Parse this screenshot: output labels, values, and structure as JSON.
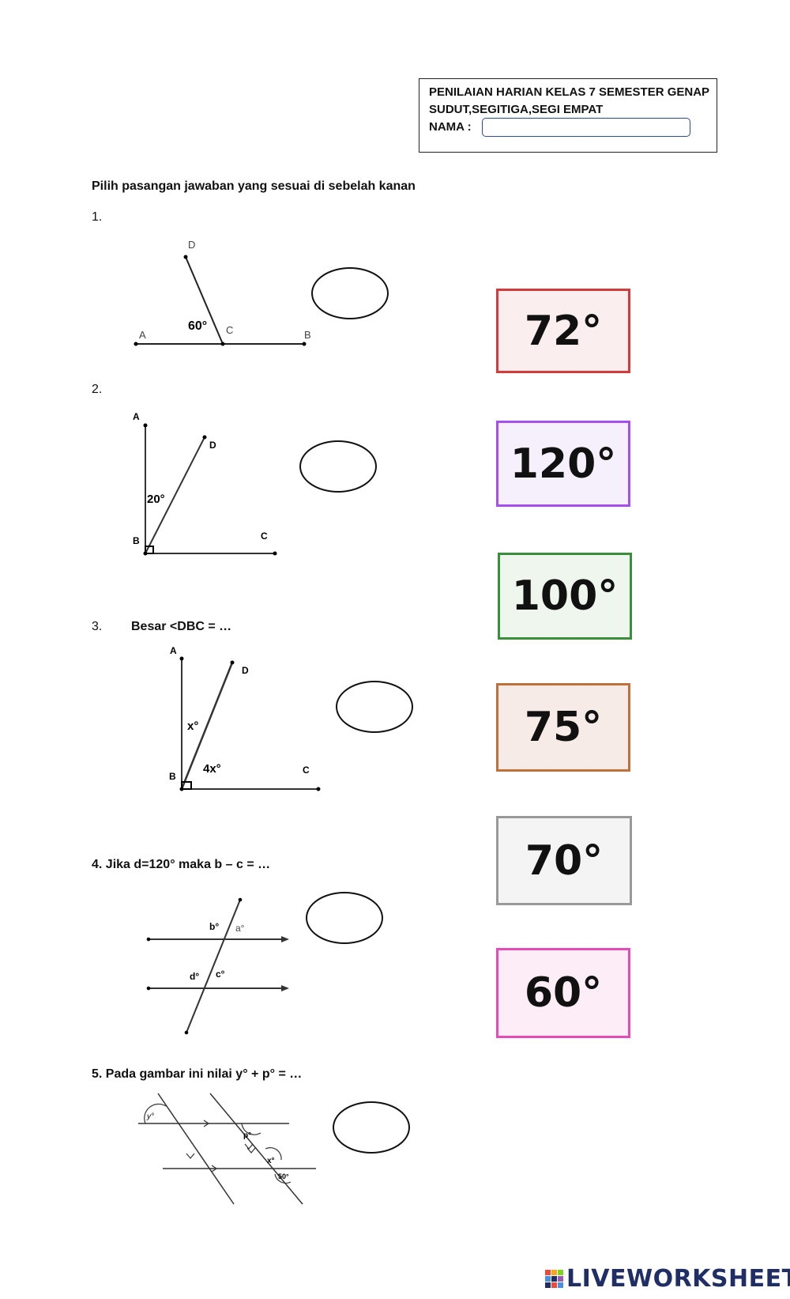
{
  "header": {
    "line1": "PENILAIAN HARIAN KELAS 7 SEMESTER GENAP",
    "line2": "SUDUT,SEGITIGA,SEGI EMPAT",
    "name_label": "NAMA :",
    "name_value": ""
  },
  "instruction": "Pilih pasangan jawaban yang sesuai di sebelah kanan",
  "questions": [
    {
      "number": "1.",
      "prompt": "",
      "figure_labels": {
        "A": "A",
        "B": "B",
        "C": "C",
        "D": "D",
        "angle": "60°"
      }
    },
    {
      "number": "2.",
      "prompt": "",
      "figure_labels": {
        "A": "A",
        "B": "B",
        "C": "C",
        "D": "D",
        "angle": "20°"
      }
    },
    {
      "number": "3.",
      "prompt": "Besar <DBC = …",
      "figure_labels": {
        "A": "A",
        "B": "B",
        "C": "C",
        "D": "D",
        "angle1": "x°",
        "angle2": "4x°"
      }
    },
    {
      "number": "4.",
      "prompt": "Jika d=120° maka b – c = …",
      "figure_labels": {
        "a": "a°",
        "b": "b°",
        "c": "c°",
        "d": "d°"
      }
    },
    {
      "number": "5.",
      "prompt": "Pada gambar ini nilai y° + p° = …",
      "figure_labels": {
        "y": "y°",
        "p": "p°",
        "x": "x°",
        "given": "50°"
      }
    }
  ],
  "answer_cards": [
    {
      "label": "72°",
      "border": "#d63b3b",
      "fill": "#fbeeee"
    },
    {
      "label": "120°",
      "border": "#a64ef0",
      "fill": "#f6f0fd"
    },
    {
      "label": "100°",
      "border": "#3a8f3a",
      "fill": "#eef6ee"
    },
    {
      "label": "75°",
      "border": "#c0703a",
      "fill": "#f6ebe6"
    },
    {
      "label": "70°",
      "border": "#999999",
      "fill": "#f4f4f4"
    },
    {
      "label": "60°",
      "border": "#e64bb8",
      "fill": "#fdedf6"
    }
  ],
  "footer": {
    "logo_text": "LIVEWORKSHEETS"
  }
}
